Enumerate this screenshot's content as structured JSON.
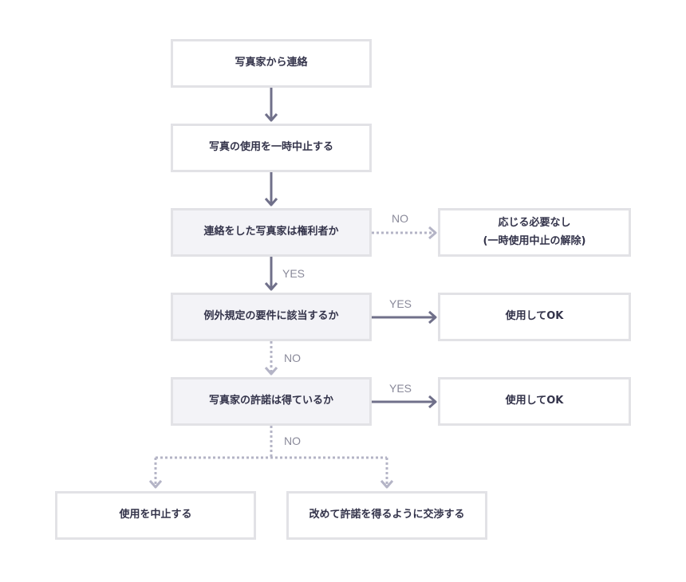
{
  "flowchart": {
    "nodes": {
      "contact": "写真家から連絡",
      "suspend": "写真の使用を一時中止する",
      "q_rights": "連絡をした写真家は権利者か",
      "no_response": "応じる必要なし\n(一時使用中止の解除)",
      "q_exception": "例外規定の要件に該当するか",
      "ok_exception": "使用してOK",
      "q_permission": "写真家の許諾は得ているか",
      "ok_permission": "使用してOK",
      "stop_use": "使用を中止する",
      "negotiate": "改めて許諾を得るように交渉する"
    },
    "labels": {
      "no_rights": "NO",
      "yes_rights": "YES",
      "yes_exception": "YES",
      "no_exception": "NO",
      "yes_permission": "YES",
      "no_permission": "NO"
    },
    "colors": {
      "box_border": "#e2e2e6",
      "decision_fill": "#f3f3f7",
      "solid_arrow": "#70708a",
      "dashed_arrow": "#b4b4c6",
      "text": "#33334a",
      "label_text": "#8a8a9a"
    }
  }
}
